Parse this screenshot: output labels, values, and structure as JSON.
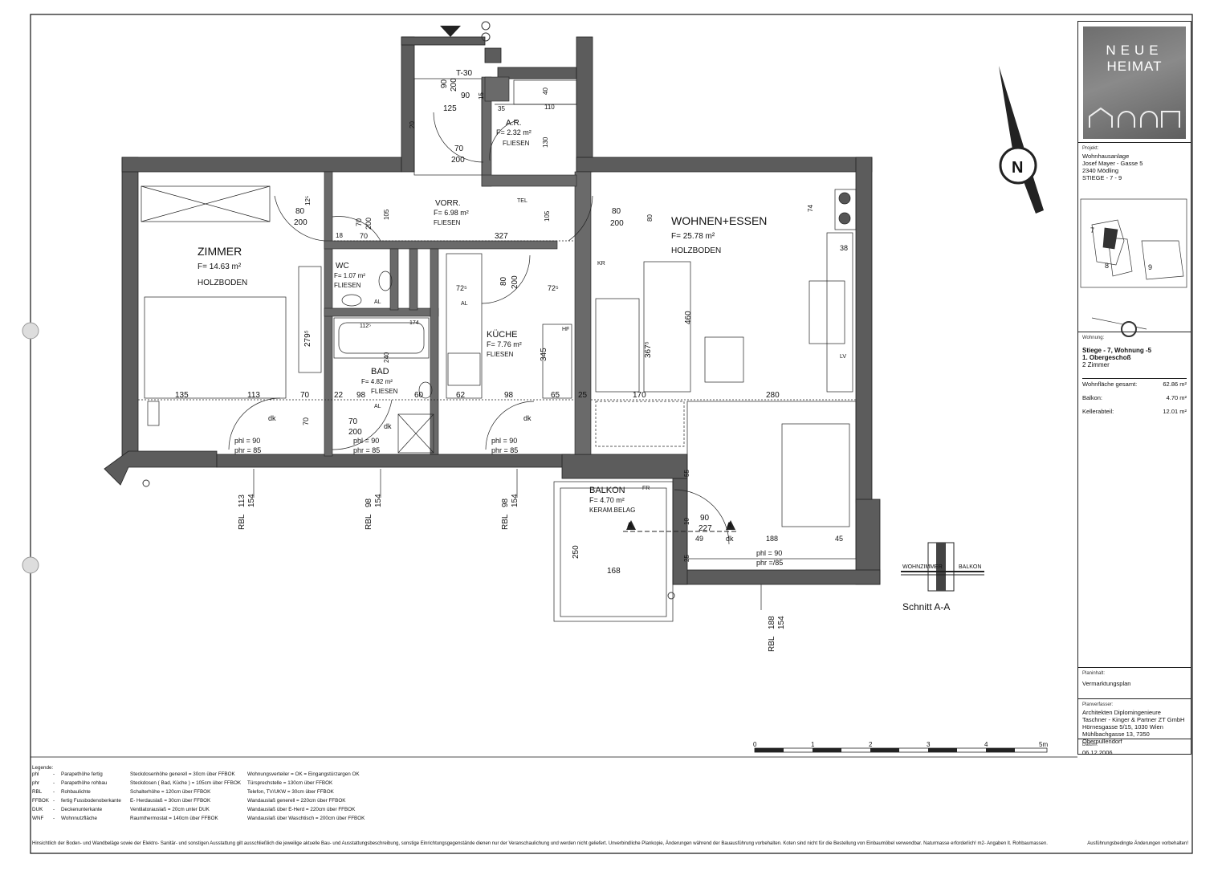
{
  "logo": {
    "line1": "NEUE",
    "line2": "HEIMAT"
  },
  "project": {
    "label": "Projekt:",
    "lines": [
      "Wohnhausanlage",
      "Josef Mayer - Gasse 5",
      "2340 Mödling",
      "STIEGE - 7 - 9"
    ]
  },
  "siteplan": {
    "labels": [
      "7",
      "8",
      "9"
    ]
  },
  "apartment": {
    "label": "Wohnung:",
    "line1": "Stiege - 7, Wohnung -5",
    "line2": "1. Obergeschoß",
    "line3": "2 Zimmer",
    "areas": [
      {
        "name": "Wohnfläche gesamt:",
        "value": "62.86 m²"
      },
      {
        "name": "Balkon:",
        "value": "4.70 m²"
      },
      {
        "name": "Kellerabteil:",
        "value": "12.01 m²"
      }
    ]
  },
  "plan_content": {
    "label": "Planinhalt:",
    "value": "Vermarktungsplan"
  },
  "planner": {
    "label": "Planverfasser:",
    "lines": [
      "Architekten Diplomingenieure",
      "Taschner - Kinger & Partner ZT GmbH",
      "Hörnesgasse 5/15, 1030 Wien",
      "Mühlbachgasse 13, 7350 Oberpullendorf"
    ]
  },
  "date": {
    "label": "Datum:",
    "value": "06.12.2006"
  },
  "scale": {
    "ticks": [
      "0",
      "1",
      "2",
      "3",
      "4",
      "5m"
    ]
  },
  "rooms": [
    {
      "name": "ZIMMER",
      "area": "F= 14.63 m²",
      "floor": "HOLZBODEN"
    },
    {
      "name": "WC",
      "area": "F= 1.07 m²",
      "floor": "FLIESEN"
    },
    {
      "name": "BAD",
      "area": "F= 4.82 m²",
      "floor": "FLIESEN"
    },
    {
      "name": "VORR.",
      "area": "F= 6.98 m²",
      "floor": "FLIESEN"
    },
    {
      "name": "A.R.",
      "area": "F= 2.32 m²",
      "floor": "FLIESEN"
    },
    {
      "name": "KÜCHE",
      "area": "F= 7.76 m²",
      "floor": "FLIESEN"
    },
    {
      "name": "WOHNEN+ESSEN",
      "area": "F= 25.78 m²",
      "floor": "HOLZBODEN"
    },
    {
      "name": "BALKON",
      "area": "F= 4.70 m²",
      "floor": "KERAM.BELAG"
    }
  ],
  "dims": {
    "d327": "327",
    "d105a": "105",
    "d105b": "105",
    "d80a": "80",
    "d200a": "200",
    "d80b": "80",
    "d200b": "200",
    "d70a": "70",
    "d200c": "200",
    "d70b": "70",
    "d200d": "200",
    "d90a": "90",
    "d200e": "200",
    "d90b": "90",
    "d125": "125",
    "d35": "35",
    "d110": "110",
    "d40": "40",
    "d130": "130",
    "d20": "20",
    "d15": "15",
    "t30": "T-30",
    "d279": "279⁵",
    "d135": "135",
    "d113": "113",
    "d70c": "70",
    "d22": "22",
    "d98a": "98",
    "d60": "60",
    "d62": "62",
    "d98b": "98",
    "d65": "65",
    "d25": "25",
    "d170": "170",
    "d280": "280",
    "d460": "460",
    "d367": "367⁵",
    "d74": "74",
    "d38": "38",
    "d345": "345",
    "d240": "240",
    "d72a": "72⁵",
    "d72b": "72⁵",
    "d80c": "80",
    "d200f": "200",
    "d18": "18",
    "d70d": "70",
    "d70e": "70",
    "d200g": "200",
    "d70f": "70",
    "d250": "250",
    "d168": "168",
    "d90c": "90",
    "d227": "227",
    "d49": "49",
    "d188": "188",
    "d45": "45",
    "d55": "55",
    "d10": "10",
    "d25b": "25",
    "d80d": "80",
    "d12": "12⁵",
    "d174": "174",
    "d112": "112⁵",
    "tel": "TEL",
    "al1": "AL",
    "al2": "AL",
    "al3": "AL",
    "fr": "FR",
    "hf": "HF",
    "kr": "KR",
    "lv": "LV"
  },
  "doors": [
    {
      "dk": "dk",
      "phl": "phl = 90",
      "phr": "phr = 85"
    },
    {
      "dk": "dk",
      "phl": "phl = 90",
      "phr": "phr = 85"
    },
    {
      "dk": "dk",
      "phl": "phl = 90",
      "phr": "phr = 85"
    },
    {
      "dk": "dk",
      "phl": "phl = 90",
      "phr": "phr =/85"
    }
  ],
  "rbl": [
    {
      "label": "RBL",
      "a": "113",
      "b": "154"
    },
    {
      "label": "RBL",
      "a": "98",
      "b": "154"
    },
    {
      "label": "RBL",
      "a": "98",
      "b": "154"
    },
    {
      "label": "RBL",
      "a": "188",
      "b": "154"
    }
  ],
  "section": {
    "marker": "A",
    "title": "Schnitt A-A",
    "left_label": "WOHNZIMMER",
    "right_label": "BALKON"
  },
  "legend": {
    "title": "Legende:",
    "col1_abbr": [
      "phl",
      "phr",
      "RBL",
      "FFBOK",
      "DUK",
      "WNF"
    ],
    "col1_dash": [
      "-",
      "-",
      "-",
      "-",
      "-",
      "-"
    ],
    "col1_text": [
      "Parapethöhe fertig",
      "Parapethöhe rohbau",
      "Rohbaulichte",
      "fertig Fussbodenoberkante",
      "Deckenunterkante",
      "Wohnnutzfläche"
    ],
    "col2": [
      "Steckdosenhöhe generell = 30cm über FFBOK",
      "Steckdosen ( Bad, Küche ) = 105cm über FFBOK",
      "Schalterhöhe = 120cm über FFBOK",
      "E- Herdauslaß = 30cm über FFBOK",
      "Ventilatorauslaß = 20cm unter DUK",
      "Raumthermostat = 140cm über FFBOK"
    ],
    "col3": [
      "Wohnungsverteiler = OK = Eingangstürzargen OK",
      "Türsprechstelle = 130cm über FFBOK",
      "Telefon, TV/UKW = 30cm über FFBOK",
      "Wandauslaß generell = 220cm über FFBOK",
      "Wandauslaß über E-Herd = 220cm über FFBOK",
      "Wandauslaß über Waschtisch = 200cm über FFBOK"
    ]
  },
  "footnote": {
    "main": "Hinsichtlich der Boden- und Wandbeläge sowie der Elektro- Sanitär- und sonstigen Ausstattung gilt ausschließlich die jeweilige aktuelle Bau- und Ausstattungsbeschreibung, sonstige Einrichtungsgegenstände dienen nur der Veranschaulichung und werden nicht geliefert. Unverbindliche Plankopie, Änderungen während der Bauausführung vorbehalten. Koten sind nicht für die Bestellung von Einbaumöbel verwendbar. Naturmasse erforderlich! m2- Angaben lt. Rohbaumassen.",
    "right": "Ausführungsbedingte Änderungen vorbehalten!"
  },
  "colors": {
    "wall": "#5c5c5c",
    "wall_dark": "#3a3a3a",
    "line": "#111111",
    "logo_bg": "#7a7a7a"
  }
}
